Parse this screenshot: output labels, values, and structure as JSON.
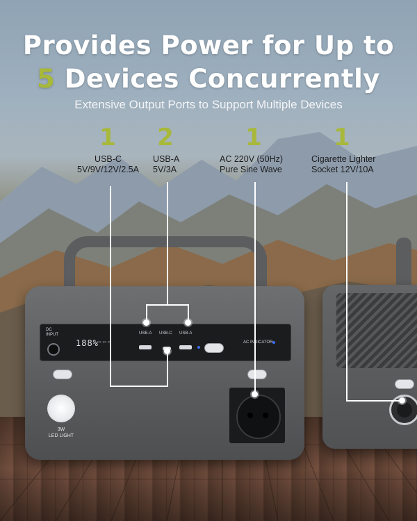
{
  "headline": {
    "line1": "Provides Power for Up to",
    "line2_number": "5",
    "line2_rest": " Devices Concurrently",
    "subtitle": "Extensive Output Ports to Support Multiple Devices"
  },
  "ports": [
    {
      "count": "1",
      "line1": "USB-C",
      "line2": "5V/9V/12V/2.5A"
    },
    {
      "count": "2",
      "line1": "USB-A",
      "line2": "5V/3A"
    },
    {
      "count": "1",
      "line1": "AC  220V (50Hz)",
      "line2": "Pure Sine Wave"
    },
    {
      "count": "1",
      "line1": "Cigarette Lighter",
      "line2": "Socket  12V/10A"
    }
  ],
  "device": {
    "dc_input": "DC\nINPUT",
    "lcd": "188%",
    "usb_a_1": "USB-A",
    "usb_c": "USB-C",
    "usb_a_2": "USB-A",
    "ac_indicator": "AC INDICATOR",
    "led_light_line1": "3W",
    "led_light_line2": "LED LIGHT"
  },
  "colors": {
    "accent": "#a8b83a",
    "headline": "#ffffff",
    "device_body": "#5b5d5f"
  }
}
